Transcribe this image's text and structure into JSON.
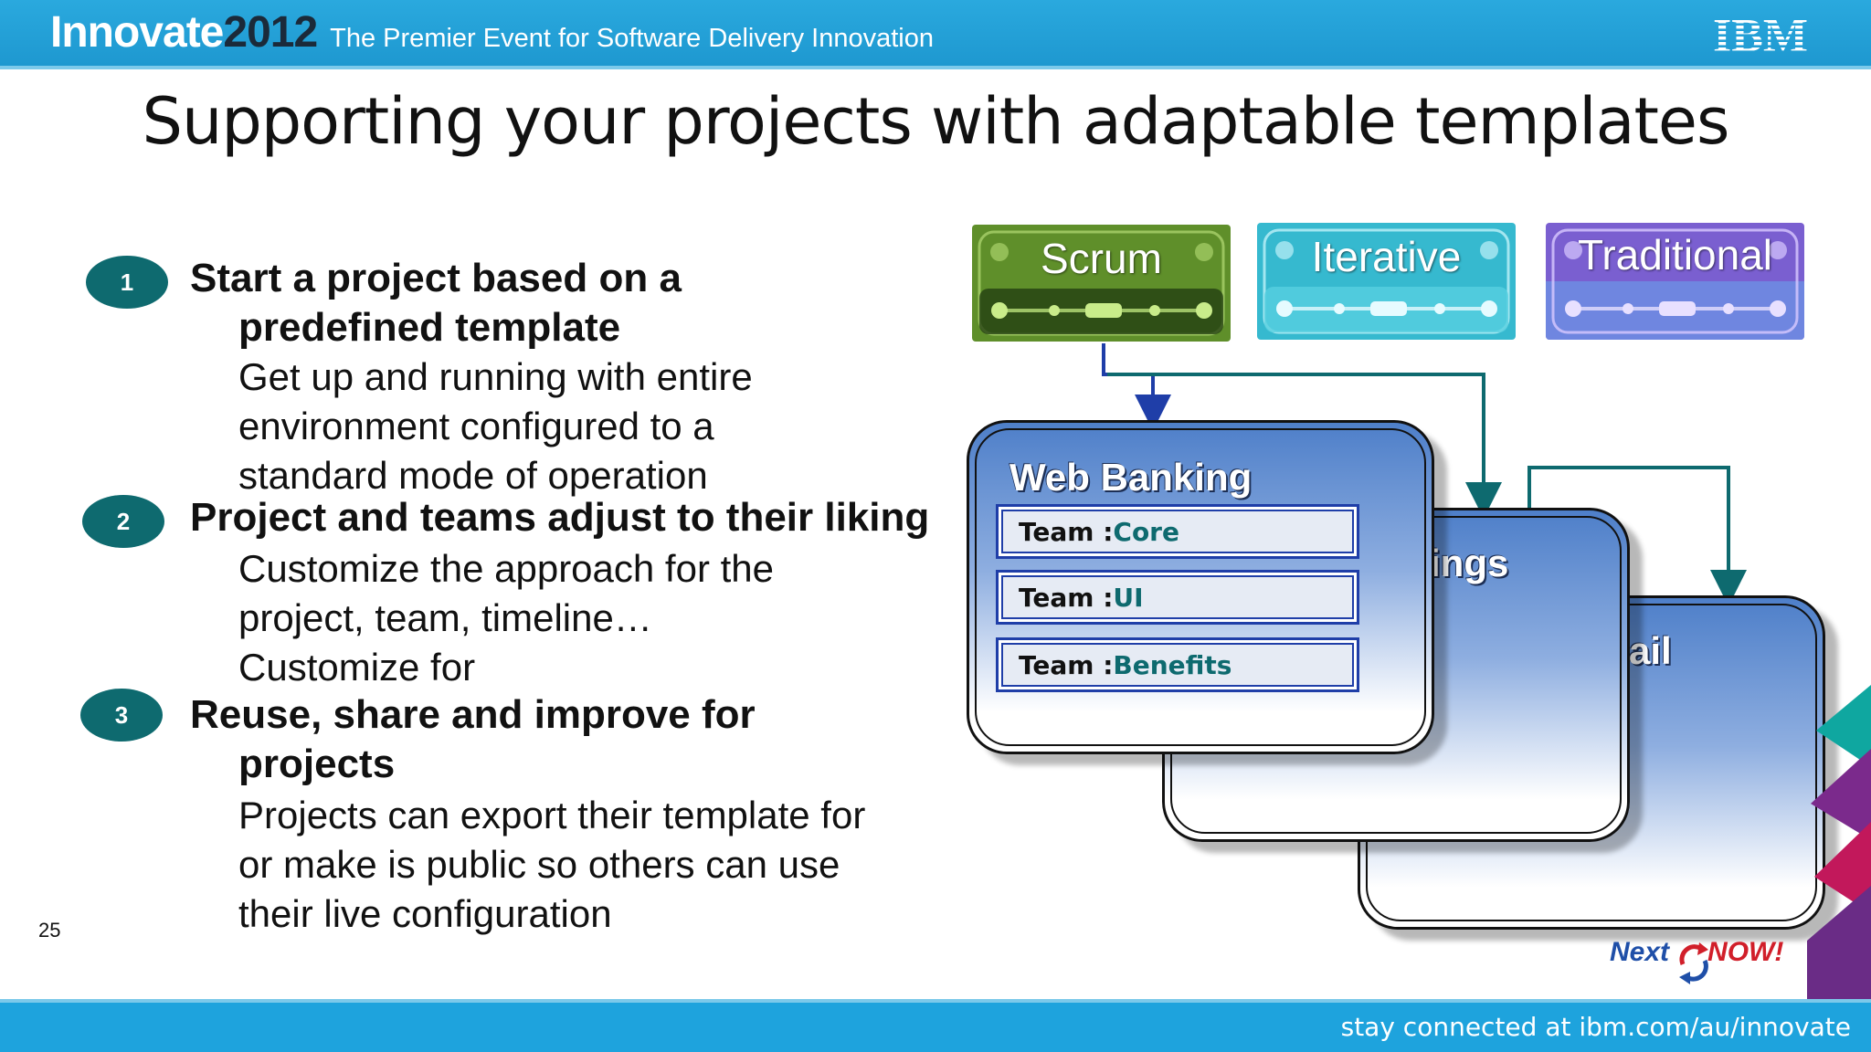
{
  "header": {
    "brand_name": "Innovate",
    "brand_year": "2012",
    "tagline": "The Premier Event for Software Delivery Innovation",
    "logo_text": "IBM"
  },
  "slide": {
    "title": "Supporting your projects with adaptable templates",
    "number": "25"
  },
  "steps": [
    {
      "badge": "1",
      "heading_line1": "Start a project based on a",
      "heading_line2": "predefined template",
      "body": [
        "Get up and running with entire",
        "environment configured to a",
        "standard mode of operation"
      ]
    },
    {
      "badge": "2",
      "heading_line1": "Project and teams adjust to their liking",
      "body": [
        "Customize the approach for the",
        "project, team, timeline…",
        "Customize for"
      ]
    },
    {
      "badge": "3",
      "heading_line1": "Reuse, share and improve for",
      "heading_line2": "projects",
      "body": [
        "Projects can export their template for",
        "or make is public so others can use",
        "their live configuration"
      ]
    }
  ],
  "diagram": {
    "templates": [
      {
        "label": "Scrum",
        "color": "#5f8f2a"
      },
      {
        "label": "Iterative",
        "color": "#36b9cf"
      },
      {
        "label": "Traditional",
        "color": "#7a5fd0"
      }
    ],
    "cards": {
      "front_title": "Web Banking",
      "middle_fragment": "ings",
      "back_fragment": "ail"
    },
    "teams": [
      {
        "label": "Team : ",
        "value": "Core"
      },
      {
        "label": "Team : ",
        "value": "UI"
      },
      {
        "label": "Team : ",
        "value": "Benefits"
      }
    ]
  },
  "footer": {
    "text": "stay connected at ibm.com/au/innovate",
    "next": "Next",
    "now": "NOW!"
  }
}
